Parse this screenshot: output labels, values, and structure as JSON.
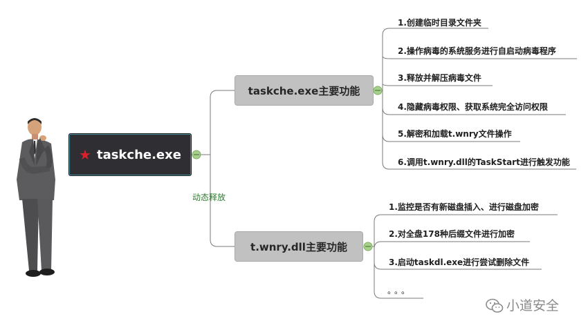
{
  "root": {
    "icon": "red-star-icon",
    "label": "taskche.exe"
  },
  "edge_label": "动态释放",
  "branches": [
    {
      "label": "taskche.exe主要功能",
      "items": [
        "1.创建临时目录文件夹",
        "2.操作病毒的系统服务进行自启动病毒程序",
        "3.释放并解压病毒文件",
        "4.隐藏病毒权限、获取系统完全访问权限",
        "5.解密和加载t.wnry文件操作",
        "6.调用t.wnry.dll的TaskStart进行触发功能"
      ]
    },
    {
      "label": "t.wnry.dll主要功能",
      "items": [
        "1.监控是否有新磁盘插入、进行磁盘加密",
        "2.对全盘178种后缀文件进行加密",
        "3.启动taskdl.exe进行尝试删除文件",
        "。。。"
      ]
    }
  ],
  "watermark": {
    "icon": "wechat-icon",
    "text": "小道安全"
  },
  "colors": {
    "root_bg": "#2f2f33",
    "branch_bg": "#c1c1c1",
    "connector": "#7a7a7a",
    "collapse_dot": "#a8d08d",
    "edge_label": "#2f7d32",
    "star": "#d9202c"
  }
}
